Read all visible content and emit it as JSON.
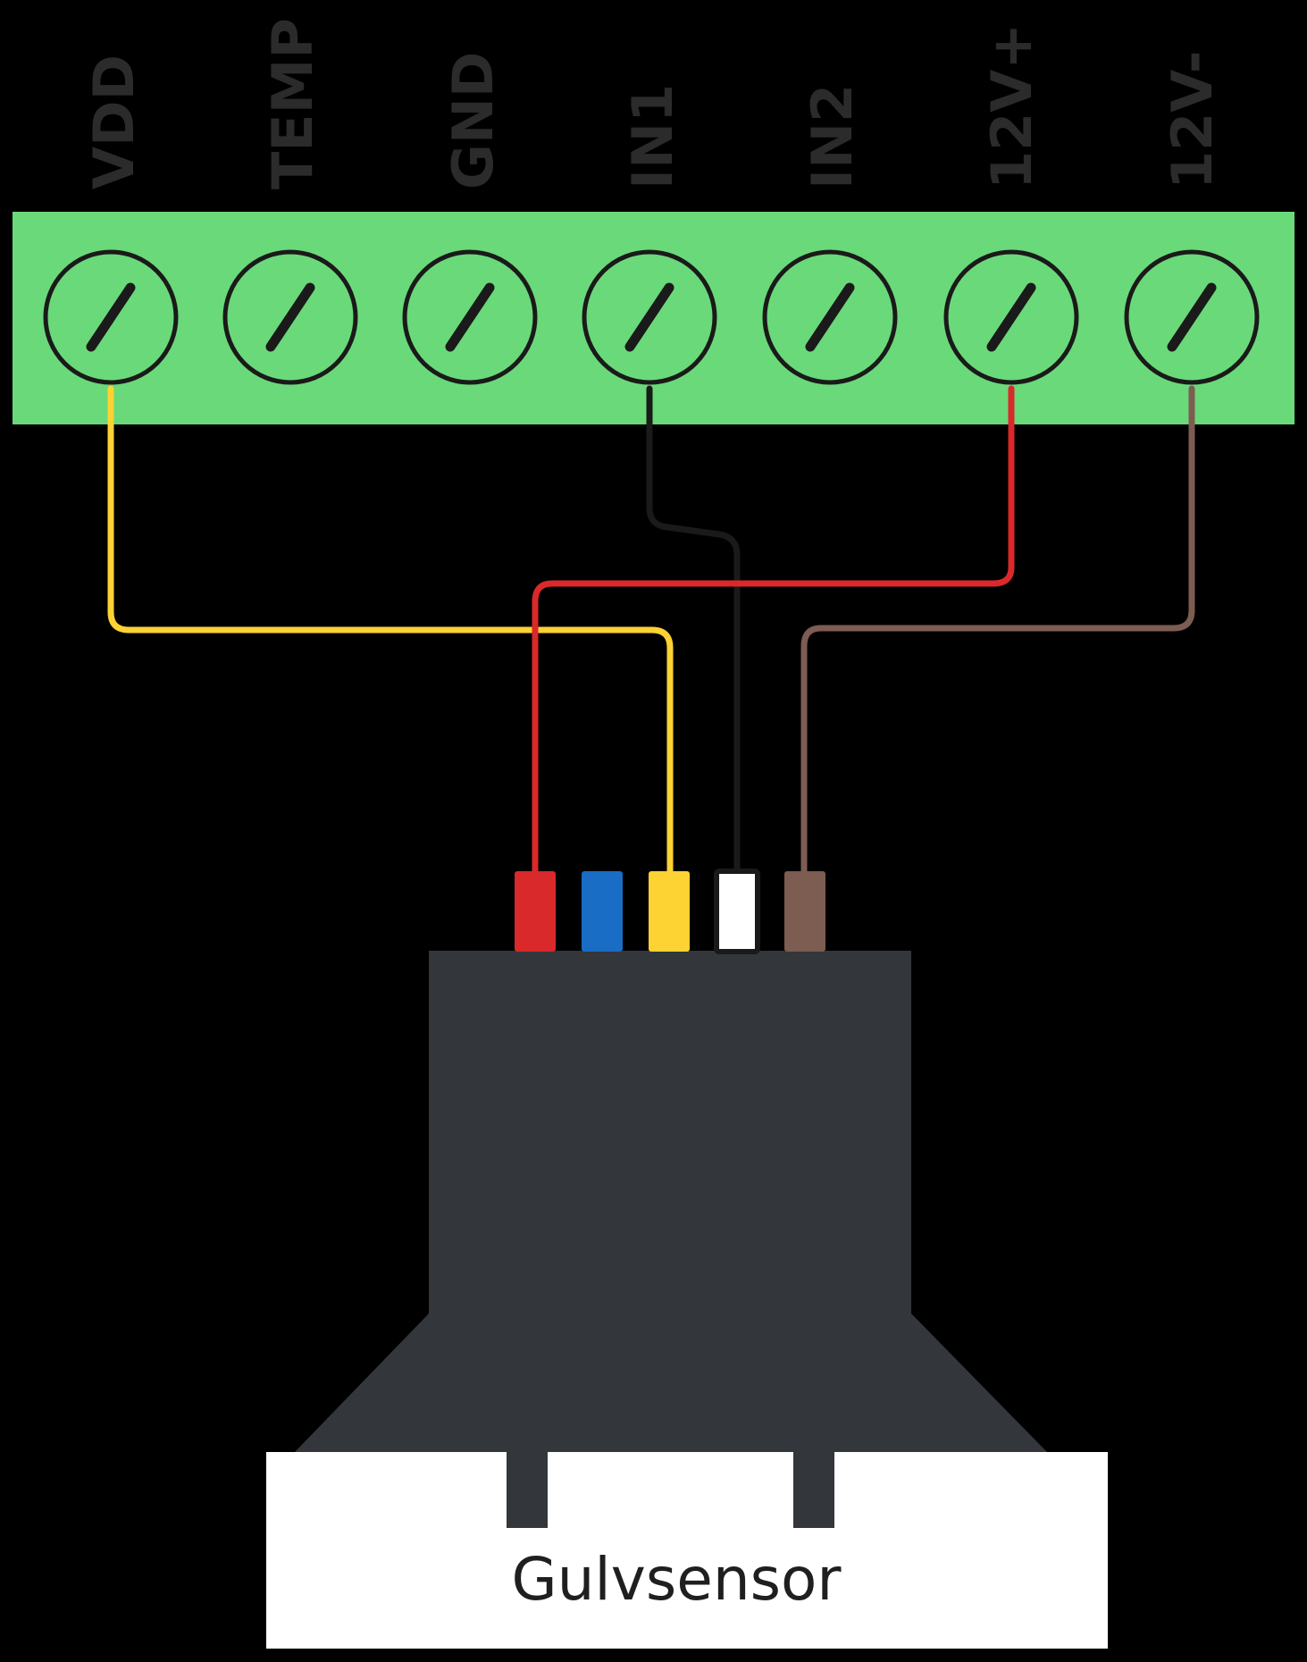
{
  "terminal_block": {
    "color": "#6ad97a",
    "terminals": [
      {
        "label": "VDD"
      },
      {
        "label": "TEMP"
      },
      {
        "label": "GND"
      },
      {
        "label": "IN1"
      },
      {
        "label": "IN2"
      },
      {
        "label": "12V+"
      },
      {
        "label": "12V-"
      }
    ]
  },
  "sensor": {
    "label": "Gulvsensor",
    "body_color": "#33373b",
    "plate_color": "#ffffff"
  },
  "pins": [
    {
      "color": "#d9292a",
      "name": "red"
    },
    {
      "color": "#1a6dc5",
      "name": "blue"
    },
    {
      "color": "#fdd233",
      "name": "yellow"
    },
    {
      "color": "#ffffff",
      "name": "white"
    },
    {
      "color": "#7d5c52",
      "name": "brown"
    }
  ],
  "wires": [
    {
      "from": "VDD",
      "to": "yellow",
      "color": "#fdd233"
    },
    {
      "from": "IN1",
      "to": "white",
      "color": "#1a1a1a"
    },
    {
      "from": "12V+",
      "to": "red",
      "color": "#d9292a"
    },
    {
      "from": "12V-",
      "to": "brown",
      "color": "#7d5c52"
    }
  ]
}
